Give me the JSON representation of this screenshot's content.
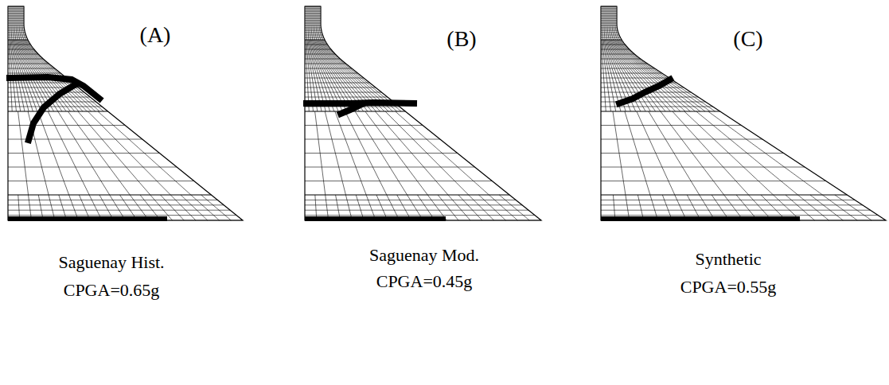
{
  "diagram": {
    "labels": [
      "(A)",
      "Saguenay Hist.",
      "CPGA=0.65g",
      "(B)",
      "Saguenay Mod.",
      "CPGA=0.45g",
      "(C)",
      "Synthetic",
      "CPGA=0.55g"
    ]
  }
}
